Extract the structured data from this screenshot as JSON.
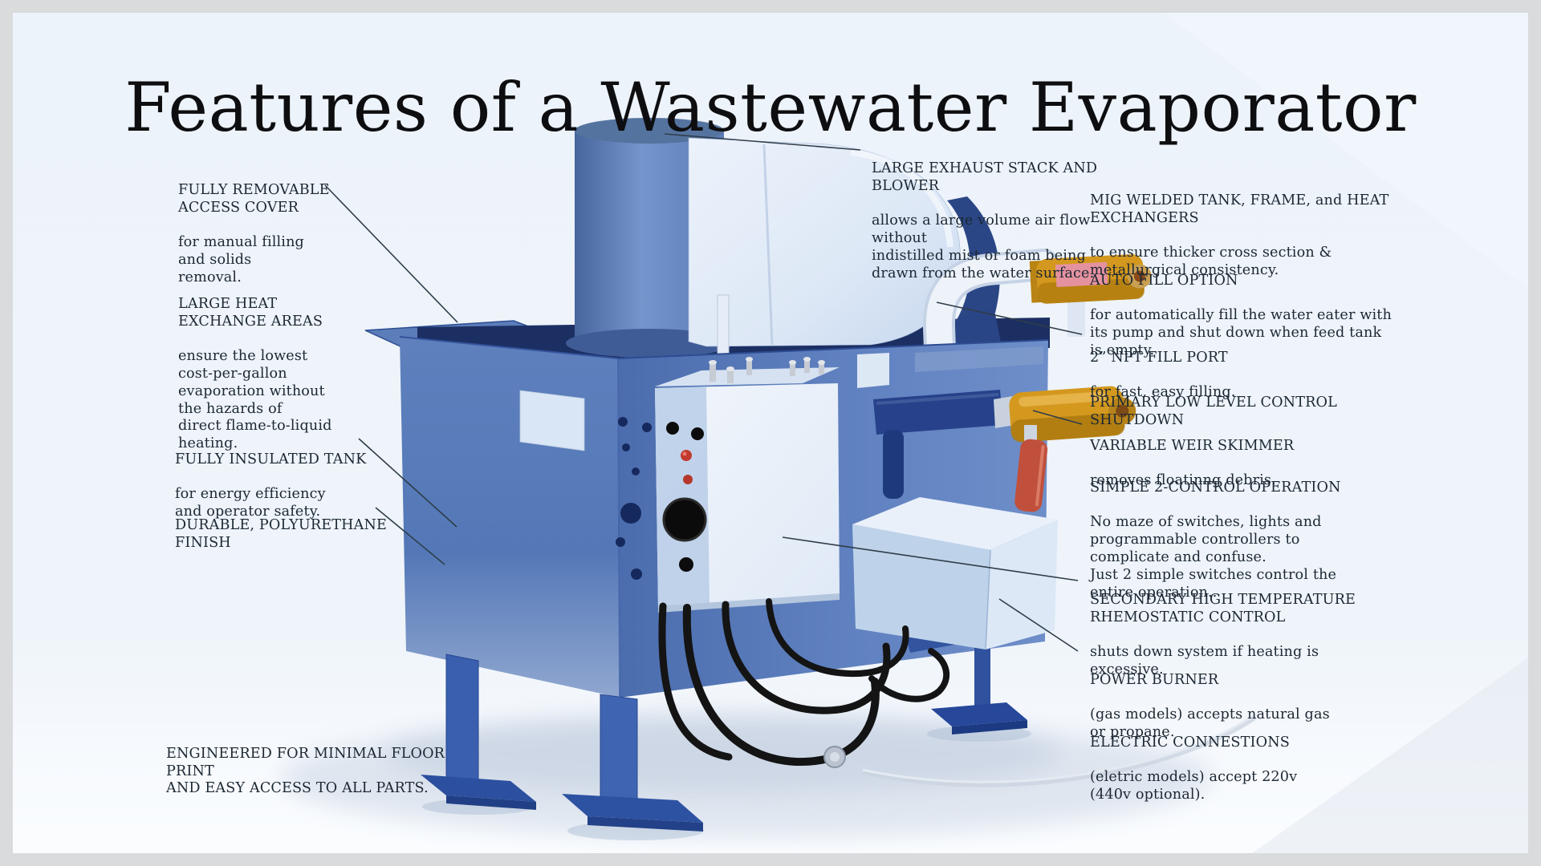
{
  "title": "Features of a Wastewater Evaporator",
  "labels": {
    "access_cover": {
      "heading": "FULLY REMOVABLE\nACCESS COVER",
      "body": "for manual filling\nand solids\nremoval."
    },
    "heat_exchange": {
      "heading": "LARGE HEAT\nEXCHANGE AREAS",
      "body": "ensure the lowest\ncost-per-gallon\nevaporation without\nthe hazards of\ndirect flame-to-liquid\nheating."
    },
    "insulated_tank": {
      "heading": "FULLY INSULATED TANK",
      "body": "for energy efficiency\nand operator safety."
    },
    "finish": {
      "heading": "DURABLE, POLYURETHANE\nFINISH",
      "body": ""
    },
    "floor_print": {
      "heading": "ENGINEERED FOR MINIMAL FLOOR PRINT\nAND EASY ACCESS TO ALL PARTS.",
      "body": ""
    },
    "exhaust": {
      "heading": "LARGE EXHAUST STACK AND BLOWER",
      "body": "allows a large volume air flow\nwithout\nindistilled mist or foam being\ndrawn from the water surface."
    },
    "mig_welded": {
      "heading": "MIG WELDED TANK, FRAME, and HEAT\nEXCHANGERS",
      "body": "to ensure thicker cross section &\nmetallurgical consistency."
    },
    "auto_fill": {
      "heading": "AUTO FILL OPTION",
      "body": "for automatically fill the water eater with\nits pump and shut down when feed tank\nis empty."
    },
    "fill_port": {
      "heading": "2” NPT FILL PORT",
      "body": "for fast, easy filling."
    },
    "primary_shutdown": {
      "heading": "PRIMARY LOW LEVEL CONTROL\nSHUTDOWN",
      "body": ""
    },
    "weir_skimmer": {
      "heading": "VARIABLE WEIR SKIMMER",
      "body": "removes floatinng debris."
    },
    "two_control": {
      "heading": "SIMPLE 2-CONTROL OPERATION",
      "body": "No maze of switches, lights and\nprogrammable controllers to\ncomplicate and confuse.\nJust 2 simple switches control the\nentire operation.."
    },
    "secondary_control": {
      "heading": "SECONDARY HIGH TEMPERATURE\nRHEMOSTATIC CONTROL",
      "body": "shuts down system if heating is\nexcessive."
    },
    "power_burner": {
      "heading": "POWER BURNER",
      "body": "(gas models) accepts natural gas\nor propane."
    },
    "electric": {
      "heading": "ELECTRIC CONNESTIONS",
      "body": "(eletric models) accept 220v\n(440v optional)."
    }
  },
  "colors": {
    "background": "#eef4fa",
    "frame": "#d9dbdd",
    "title_text": "#0e0e10",
    "label_text": "#1c2833",
    "leader_line": "#2f3d49",
    "tank_blue": "#587ab9",
    "rim_navy": "#1c2f63",
    "stack_blue": "#6488c5",
    "blower_white": "#e7eef9",
    "valve_gold": "#d4981e",
    "handle_red": "#c0503c",
    "cable_black": "#141414"
  }
}
